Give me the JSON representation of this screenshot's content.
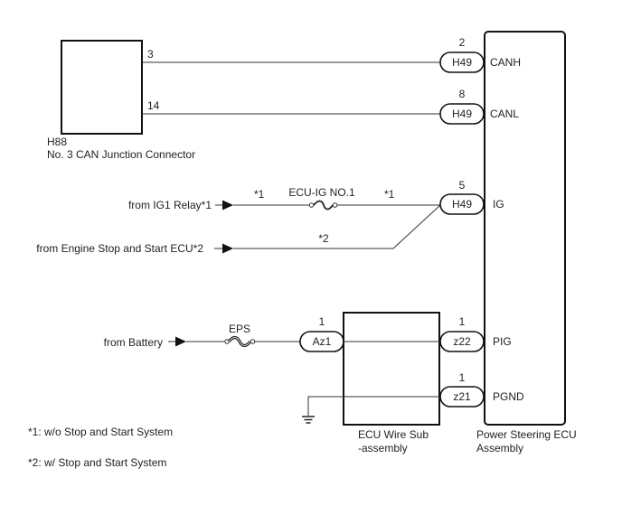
{
  "components": {
    "h88": {
      "code": "H88",
      "name": "No. 3 CAN Junction Connector",
      "pins": [
        "3",
        "14"
      ]
    },
    "ecu_wire_sub": {
      "name_line1": "ECU Wire Sub",
      "name_line2": "-assembly"
    },
    "ps_ecu": {
      "name_line1": "Power Steering ECU",
      "name_line2": "Assembly",
      "terminals": [
        {
          "pin": "2",
          "connector": "H49",
          "signal": "CANH"
        },
        {
          "pin": "8",
          "connector": "H49",
          "signal": "CANL"
        },
        {
          "pin": "5",
          "connector": "H49",
          "signal": "IG"
        },
        {
          "pin": "1",
          "connector": "z22",
          "signal": "PIG"
        },
        {
          "pin": "1",
          "connector": "z21",
          "signal": "PGND"
        }
      ]
    }
  },
  "sources": {
    "ig1_relay": "from IG1 Relay*1",
    "engine_ecu": "from Engine Stop and Start ECU*2",
    "battery": "from Battery"
  },
  "fuses": {
    "ecu_ig": "ECU-IG NO.1",
    "eps": "EPS"
  },
  "inline_connector": {
    "pin": "1",
    "connector": "Az1"
  },
  "wire_marks": {
    "ig1_left": "*1",
    "ig1_right": "*1",
    "engine": "*2"
  },
  "notes": [
    "*1: w/o Stop and Start System",
    "*2: w/ Stop and Start System"
  ]
}
